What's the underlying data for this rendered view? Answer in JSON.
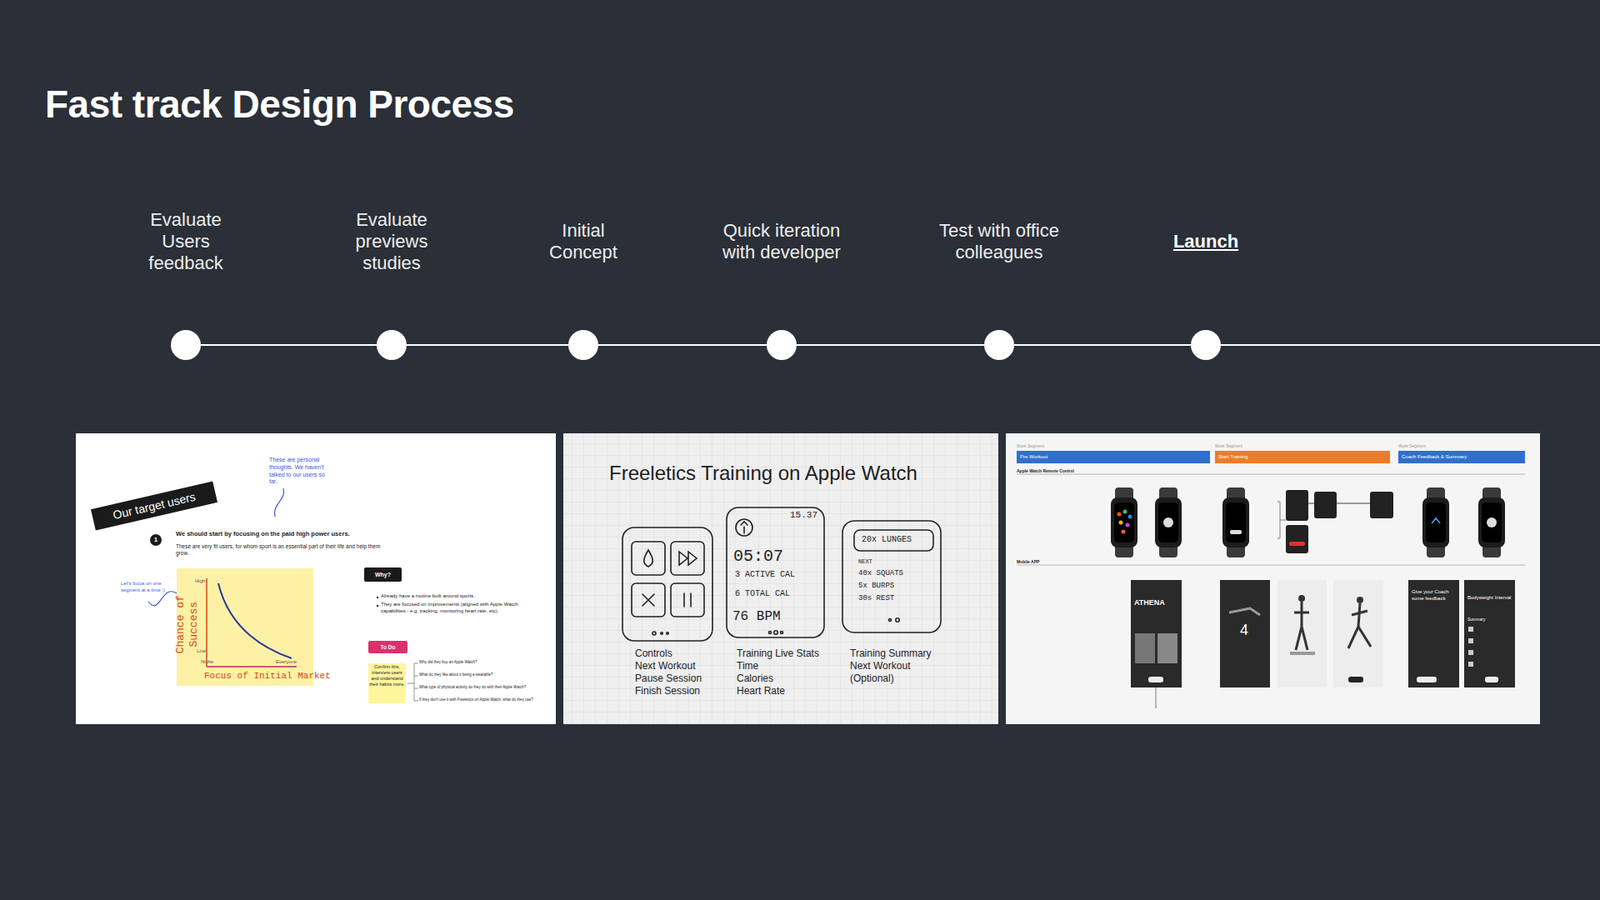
{
  "diagram": {
    "title": "Fast track Design Process",
    "nodes": [
      {
        "text": [
          "Evaluate Users feedback"
        ]
      },
      {
        "text": [
          "Evaluate previews studies"
        ]
      },
      {
        "text": [
          "Initial Concept"
        ]
      },
      {
        "text": [
          "Quick iteration with developer"
        ]
      },
      {
        "text": [
          "Test with office colleagues"
        ]
      },
      {
        "text": [
          "Launch"
        ]
      }
    ],
    "edges": [
      {
        "from": 0,
        "to": 1,
        "arrow": "none"
      },
      {
        "from": 1,
        "to": 2,
        "arrow": "none"
      },
      {
        "from": 2,
        "to": 3,
        "arrow": "none"
      },
      {
        "from": 3,
        "to": 4,
        "arrow": "none"
      },
      {
        "from": 4,
        "to": 5,
        "arrow": "none"
      }
    ],
    "labels": [
      "Our target users",
      "These are personal thoughts. We haven't talked to our users so far.",
      "1",
      "We should start by focusing on the paid high power users.",
      "These are very fit users, for whom sport is an essential part of their life and help them grow.",
      "Let's focus on one segment at a time :)",
      "Chance of Success",
      "Focus of Initial Market",
      "Niche",
      "Everyone",
      "High",
      "Low",
      "Why?",
      "Already have a routine built around sports.",
      "They are focused on improvements (aligned with Apple Watch capabilities - e.g. tracking, monitoring heart rate, etc).",
      "To Do",
      "Confirm this, interview users and understand their habits more.",
      "Why did they buy an Apple Watch?",
      "What do they like about it being a wearable?",
      "What type of physical activity do they do with their Apple Watch?",
      "If they don't use it with Freeletics on Apple Watch, what do they use?",
      "Freeletics Training on Apple Watch",
      "15.37",
      "05:07",
      "3 ACTIVE CAL",
      "6 TOTAL CAL",
      "76 BPM",
      "20x LUNGES",
      "NEXT",
      "40x SQUATS",
      "5x BURPS",
      "30s REST",
      "Controls",
      "Next Workout",
      "Pause Session",
      "Finish Session",
      "Training Live Stats",
      "Time",
      "Calories",
      "Heart Rate",
      "Training Summary",
      "Next Workout",
      "(Optional)",
      "Work Segment",
      "Work Segment",
      "Work Segment",
      "Pre Workout",
      "Start Training",
      "Coach Feedback & Summary",
      "Apple Watch Remote Control",
      "Mobile APP",
      "ATHENA",
      "4",
      "Give your Coach some feedback",
      "Bodyweight Interval",
      "Summary"
    ]
  }
}
